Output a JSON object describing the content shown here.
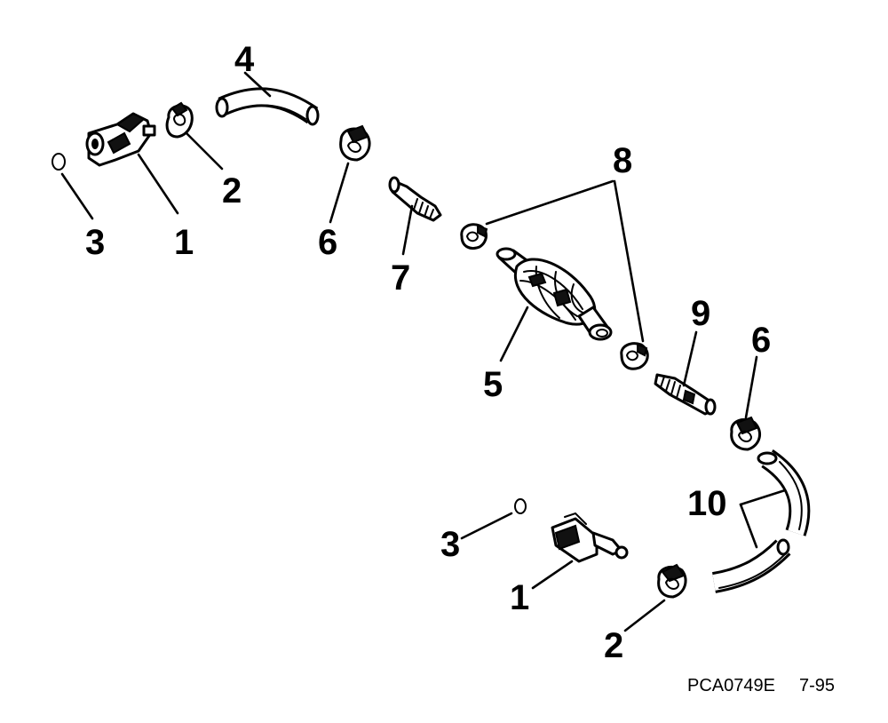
{
  "callouts": {
    "n1a": "1",
    "n2a": "2",
    "n3a": "3",
    "n4": "4",
    "n6a": "6",
    "n7": "7",
    "n8": "8",
    "n5": "5",
    "n9": "9",
    "n6b": "6",
    "n10": "10",
    "n3b": "3",
    "n1b": "1",
    "n2b": "2"
  },
  "caption": {
    "code": "PCA0749E",
    "date": "7-95"
  }
}
